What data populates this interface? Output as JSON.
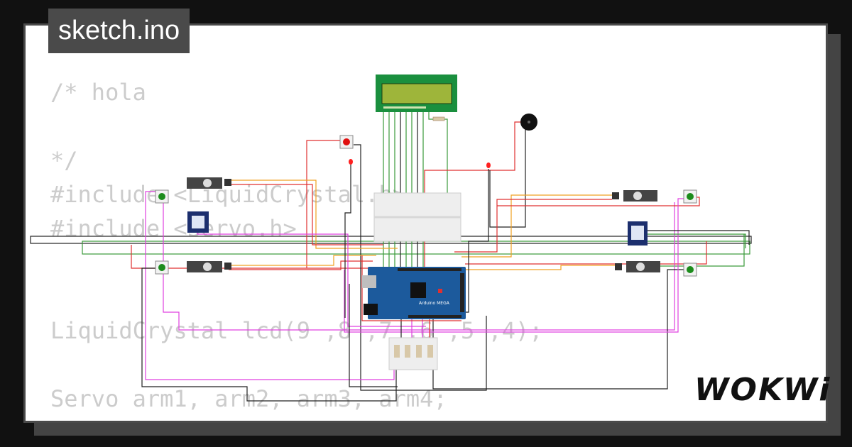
{
  "page": {
    "title": "sketch.ino",
    "brand": "WOKWi"
  },
  "code": {
    "lines": [
      "/* hola",
      "",
      "*/",
      "#include <LiquidCrystal.h>",
      "#include <Servo.h>",
      "",
      "",
      "LiquidCrystal lcd(9 ,8 ,7 ,6 ,5 ,4);",
      "",
      "Servo arm1, arm2, arm3, arm4;"
    ]
  },
  "diagram": {
    "board_label": "Arduino MEGA",
    "colors": {
      "board": "#1c5a9c",
      "lcd_frame": "#1a8f3e",
      "lcd_screen": "#9eb53a",
      "wire_green": "#3a9a3a",
      "wire_red": "#e03030",
      "wire_orange": "#f0a020",
      "wire_magenta": "#e040e0",
      "wire_black": "#222222",
      "button_green": "#1c8c1c",
      "button_red": "#e01010"
    }
  }
}
